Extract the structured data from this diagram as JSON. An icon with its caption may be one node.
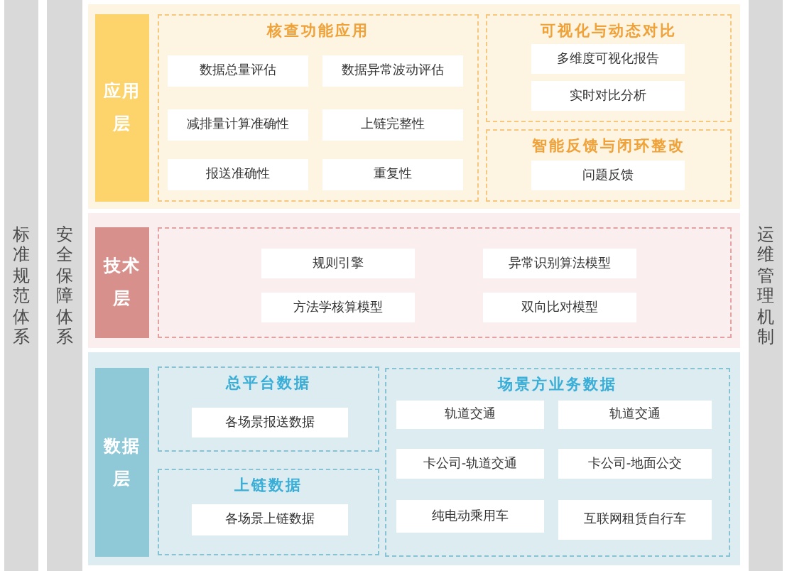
{
  "diagram": {
    "nodes": [
      {
        "text": [
          "标准规范体系"
        ]
      },
      {
        "text": [
          "安全保障体系"
        ]
      },
      {
        "text": [],
        "shape": "box"
      },
      {
        "text": [
          "应用层"
        ],
        "in": 2
      },
      {
        "text": [
          "核查功能应用"
        ],
        "in": 2
      },
      {
        "text": [
          "数据总量评估"
        ],
        "in": 4
      },
      {
        "text": [
          "数据异常波动评估"
        ],
        "in": 4
      },
      {
        "text": [
          "减排量计算准确性"
        ],
        "in": 4
      },
      {
        "text": [
          "上链完整性"
        ],
        "in": 4
      },
      {
        "text": [
          "报送准确性"
        ],
        "in": 4
      },
      {
        "text": [
          "重复性"
        ],
        "in": 4
      },
      {
        "text": [
          "可视化与动态对比"
        ],
        "in": 2
      },
      {
        "text": [
          "多维度可视化报告"
        ],
        "in": 11
      },
      {
        "text": [
          "实时对比分析"
        ],
        "in": 11
      },
      {
        "text": [
          "智能反馈与闭环整改"
        ],
        "in": 2
      },
      {
        "text": [
          "问题反馈"
        ],
        "in": 14
      },
      {
        "text": [],
        "shape": "box"
      },
      {
        "text": [
          "技术层"
        ],
        "in": 16
      },
      {
        "text": [],
        "shape": "box",
        "in": 16
      },
      {
        "text": [
          "规则引擎"
        ],
        "in": 18
      },
      {
        "text": [
          "异常识别算法模型"
        ],
        "in": 18
      },
      {
        "text": [
          "方法学核算模型"
        ],
        "in": 18
      },
      {
        "text": [
          "双向比对模型"
        ],
        "in": 18
      },
      {
        "text": [],
        "shape": "box"
      },
      {
        "text": [
          "数据层"
        ],
        "in": 23
      },
      {
        "text": [
          "总平台数据"
        ],
        "in": 23
      },
      {
        "text": [
          "各场景报送数据"
        ],
        "in": 25
      },
      {
        "text": [
          "上链数据"
        ],
        "in": 23
      },
      {
        "text": [
          "各场景上链数据"
        ],
        "in": 27
      },
      {
        "text": [
          "场景方业务数据"
        ],
        "in": 23
      },
      {
        "text": [
          "轨道交通"
        ],
        "in": 29
      },
      {
        "text": [
          "轨道交通"
        ],
        "in": 29
      },
      {
        "text": [
          "卡公司-轨道交通"
        ],
        "in": 29
      },
      {
        "text": [
          "卡公司-地面公交"
        ],
        "in": 29
      },
      {
        "text": [
          "纯电动乘用车"
        ],
        "in": 29
      },
      {
        "text": [
          "互联网租赁自行车"
        ],
        "in": 29
      },
      {
        "text": [
          "运维管理机制"
        ]
      }
    ]
  }
}
